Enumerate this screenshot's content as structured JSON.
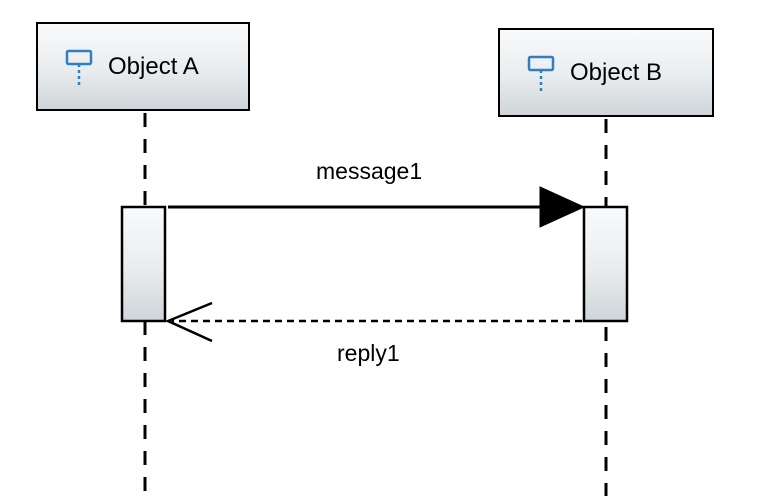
{
  "diagram": {
    "type": "uml-sequence",
    "objects": [
      {
        "name": "Object A",
        "icon": "lifeline-icon"
      },
      {
        "name": "Object B",
        "icon": "lifeline-icon"
      }
    ],
    "messages": [
      {
        "label": "message1",
        "from": "Object A",
        "to": "Object B",
        "style": "solid",
        "arrowhead": "filled"
      },
      {
        "label": "reply1",
        "from": "Object B",
        "to": "Object A",
        "style": "dashed",
        "arrowhead": "open"
      }
    ],
    "colors": {
      "stroke": "#000000",
      "icon": "#2f7fc1",
      "box_top": "#f9fafb",
      "box_bottom": "#cfd5d9"
    }
  }
}
